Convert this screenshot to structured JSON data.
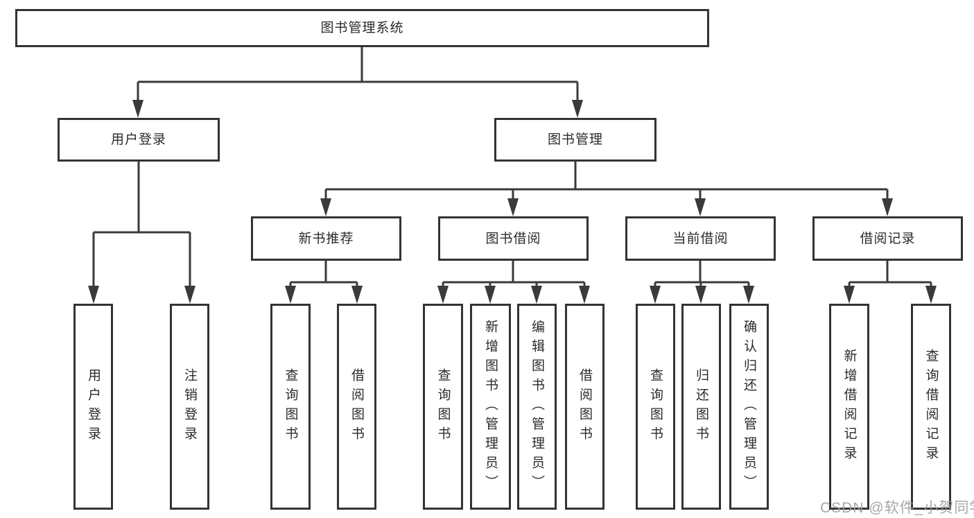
{
  "diagram_title": "图书管理系统",
  "tree": {
    "label": "图书管理系统",
    "children": [
      {
        "label": "用户登录",
        "children": [
          {
            "label": "用户登录"
          },
          {
            "label": "注销登录"
          }
        ]
      },
      {
        "label": "图书管理",
        "children": [
          {
            "label": "新书推荐",
            "children": [
              {
                "label": "查询图书"
              },
              {
                "label": "借阅图书"
              }
            ]
          },
          {
            "label": "图书借阅",
            "children": [
              {
                "label": "查询图书"
              },
              {
                "label": "新增图书（管理员）"
              },
              {
                "label": "编辑图书（管理员）"
              },
              {
                "label": "借阅图书"
              }
            ]
          },
          {
            "label": "当前借阅",
            "children": [
              {
                "label": "查询图书"
              },
              {
                "label": "归还图书"
              },
              {
                "label": "确认归还（管理员）"
              }
            ]
          },
          {
            "label": "借阅记录",
            "children": [
              {
                "label": "新增借阅记录"
              },
              {
                "label": "查询借阅记录"
              }
            ]
          }
        ]
      }
    ]
  },
  "watermark": "CSDN @软件_小贺同学",
  "colors": {
    "line": "#3a3a3a",
    "box_border": "#333333",
    "box_fill": "#ffffff",
    "text": "#2b2b2b",
    "watermark": "#9e9e9e",
    "background": "#ffffff"
  }
}
